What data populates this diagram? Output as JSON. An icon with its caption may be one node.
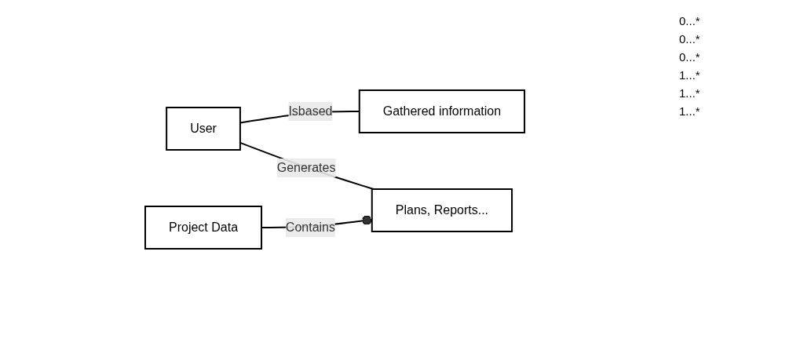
{
  "diagram": {
    "nodes": [
      {
        "text": [
          "User"
        ]
      },
      {
        "text": [
          "Gathered information"
        ]
      },
      {
        "text": [
          "Plans, Reports..."
        ]
      },
      {
        "text": [
          "Project Data"
        ]
      }
    ],
    "edges": [
      {
        "from": 0,
        "to": 1,
        "arrow": "none",
        "label": "Isbased"
      },
      {
        "from": 0,
        "to": 2,
        "arrow": "none",
        "label": "Generates"
      },
      {
        "from": 3,
        "to": 2,
        "arrow": "other",
        "label": "Contains"
      }
    ],
    "labels": [
      "0...*",
      "0...*",
      "0...*",
      "1...*",
      "1...*",
      "1...*"
    ]
  }
}
